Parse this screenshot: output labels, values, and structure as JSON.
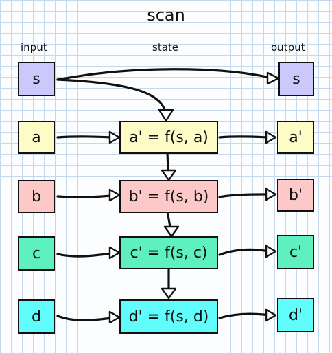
{
  "title": "scan",
  "headers": {
    "input": "input",
    "state": "state",
    "output": "output"
  },
  "carry": {
    "input": "s",
    "output": "s"
  },
  "rows": [
    {
      "input": "a",
      "state": "a' = f(s, a)",
      "output": "a'",
      "color": "#fdfcc6"
    },
    {
      "input": "b",
      "state": "b' = f(s, b)",
      "output": "b'",
      "color": "#fcc8c8"
    },
    {
      "input": "c",
      "state": "c' = f(s, c)",
      "output": "c'",
      "color": "#5ff0c0"
    },
    {
      "input": "d",
      "state": "d' = f(s, d)",
      "output": "d'",
      "color": "#61fcfc"
    }
  ],
  "colors": {
    "carry": "#cbc9fb",
    "line": "#111111",
    "grid": "#c7d8ee"
  }
}
